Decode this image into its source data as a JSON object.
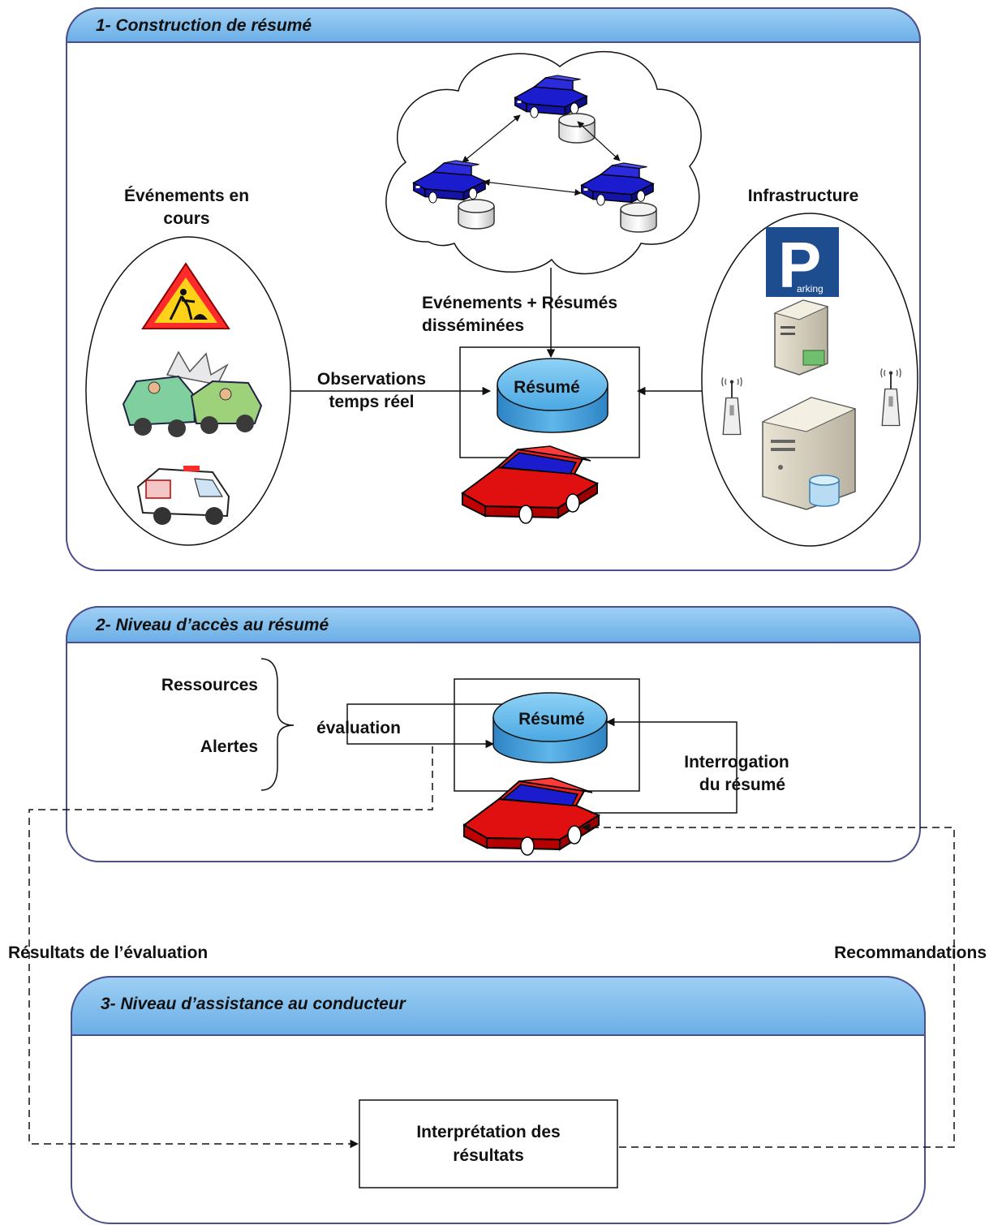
{
  "panel1": {
    "title": "1- Construction de résumé",
    "ongoing_events_label": [
      "Événements en",
      "cours"
    ],
    "infrastructure_label": "Infrastructure",
    "disseminated_label": [
      "Evénements + Résumés",
      "disséminées"
    ],
    "observations_label": [
      "Observations",
      "temps réel"
    ],
    "summary_db_label": "Résumé",
    "parking_sign": {
      "letter": "P",
      "text": "arking"
    }
  },
  "panel2": {
    "title": "2- Niveau d’accès au résumé",
    "resources_label": "Ressources",
    "alerts_label": "Alertes",
    "evaluation_label": "évaluation",
    "summary_db_label": "Résumé",
    "query_label": [
      "Interrogation",
      "du résumé"
    ]
  },
  "panel3": {
    "title": "3- Niveau d’assistance au conducteur",
    "interpretation_label": [
      "Interprétation des",
      "résultats"
    ]
  },
  "flows": {
    "evaluation_results_label": "Résultats de l’évaluation",
    "recommendations_label": "Recommandations"
  },
  "colors": {
    "panel_header": "#79b8ea",
    "panel_border": "#4b4f8f",
    "db_fill": "#5fb6ea",
    "car_blue": "#1c1ccf",
    "car_red": "#e01010",
    "parking_blue": "#1e4d8f"
  },
  "icons": [
    "road-works-sign-icon",
    "car-accident-icon",
    "ambulance-icon",
    "parking-sign-icon",
    "server-icon",
    "antenna-icon",
    "car-icon",
    "database-icon",
    "cloud-icon"
  ]
}
